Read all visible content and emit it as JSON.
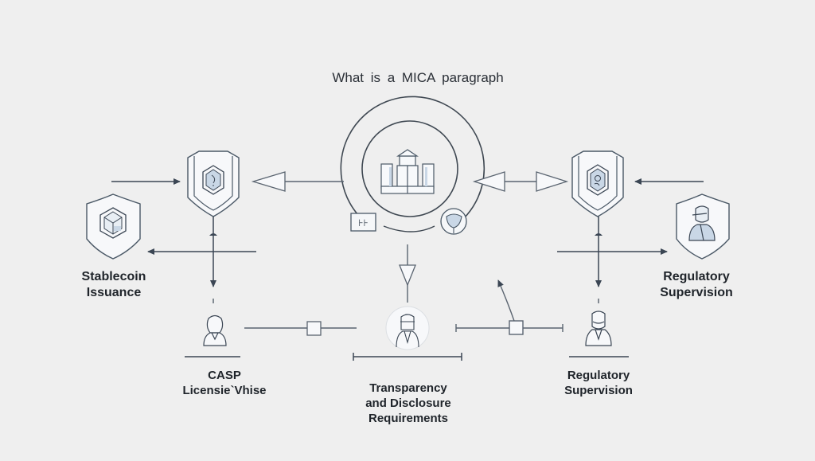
{
  "title": "What is a MICA  paragraph",
  "nodes": {
    "center": {
      "label": "",
      "icon": "government-building-icon"
    },
    "stablecoin": {
      "label_line1": "Stablecoin",
      "label_line2": "Issuance",
      "icon": "cube-shield-icon"
    },
    "regulatory_right": {
      "label_line1": "Regulatory",
      "label_line2": "Supervision",
      "icon": "person-shield-icon"
    },
    "casp": {
      "label_line1": "CASP",
      "label_line2": "Licensie`Vhise",
      "icon": "person-icon"
    },
    "transparency": {
      "label_line1": "Transparency",
      "label_line2": "and Disclosure",
      "label_line3": "Requirements",
      "icon": "person-circle-icon"
    },
    "regulatory_bottom": {
      "label_line1": "Regulatory",
      "label_line2": "Supervision",
      "icon": "person-icon"
    },
    "shield_left": {
      "icon": "hexagon-shield-icon"
    },
    "shield_right": {
      "icon": "hexagon-shield-icon"
    },
    "badge_small": {
      "text": "H",
      "icon": "small-box-icon"
    },
    "badge_cup": {
      "icon": "cup-circle-icon"
    }
  },
  "colors": {
    "background": "#efefef",
    "stroke": "#3b4654",
    "accent_fill": "#c9d7e6",
    "text": "#1f242a"
  }
}
